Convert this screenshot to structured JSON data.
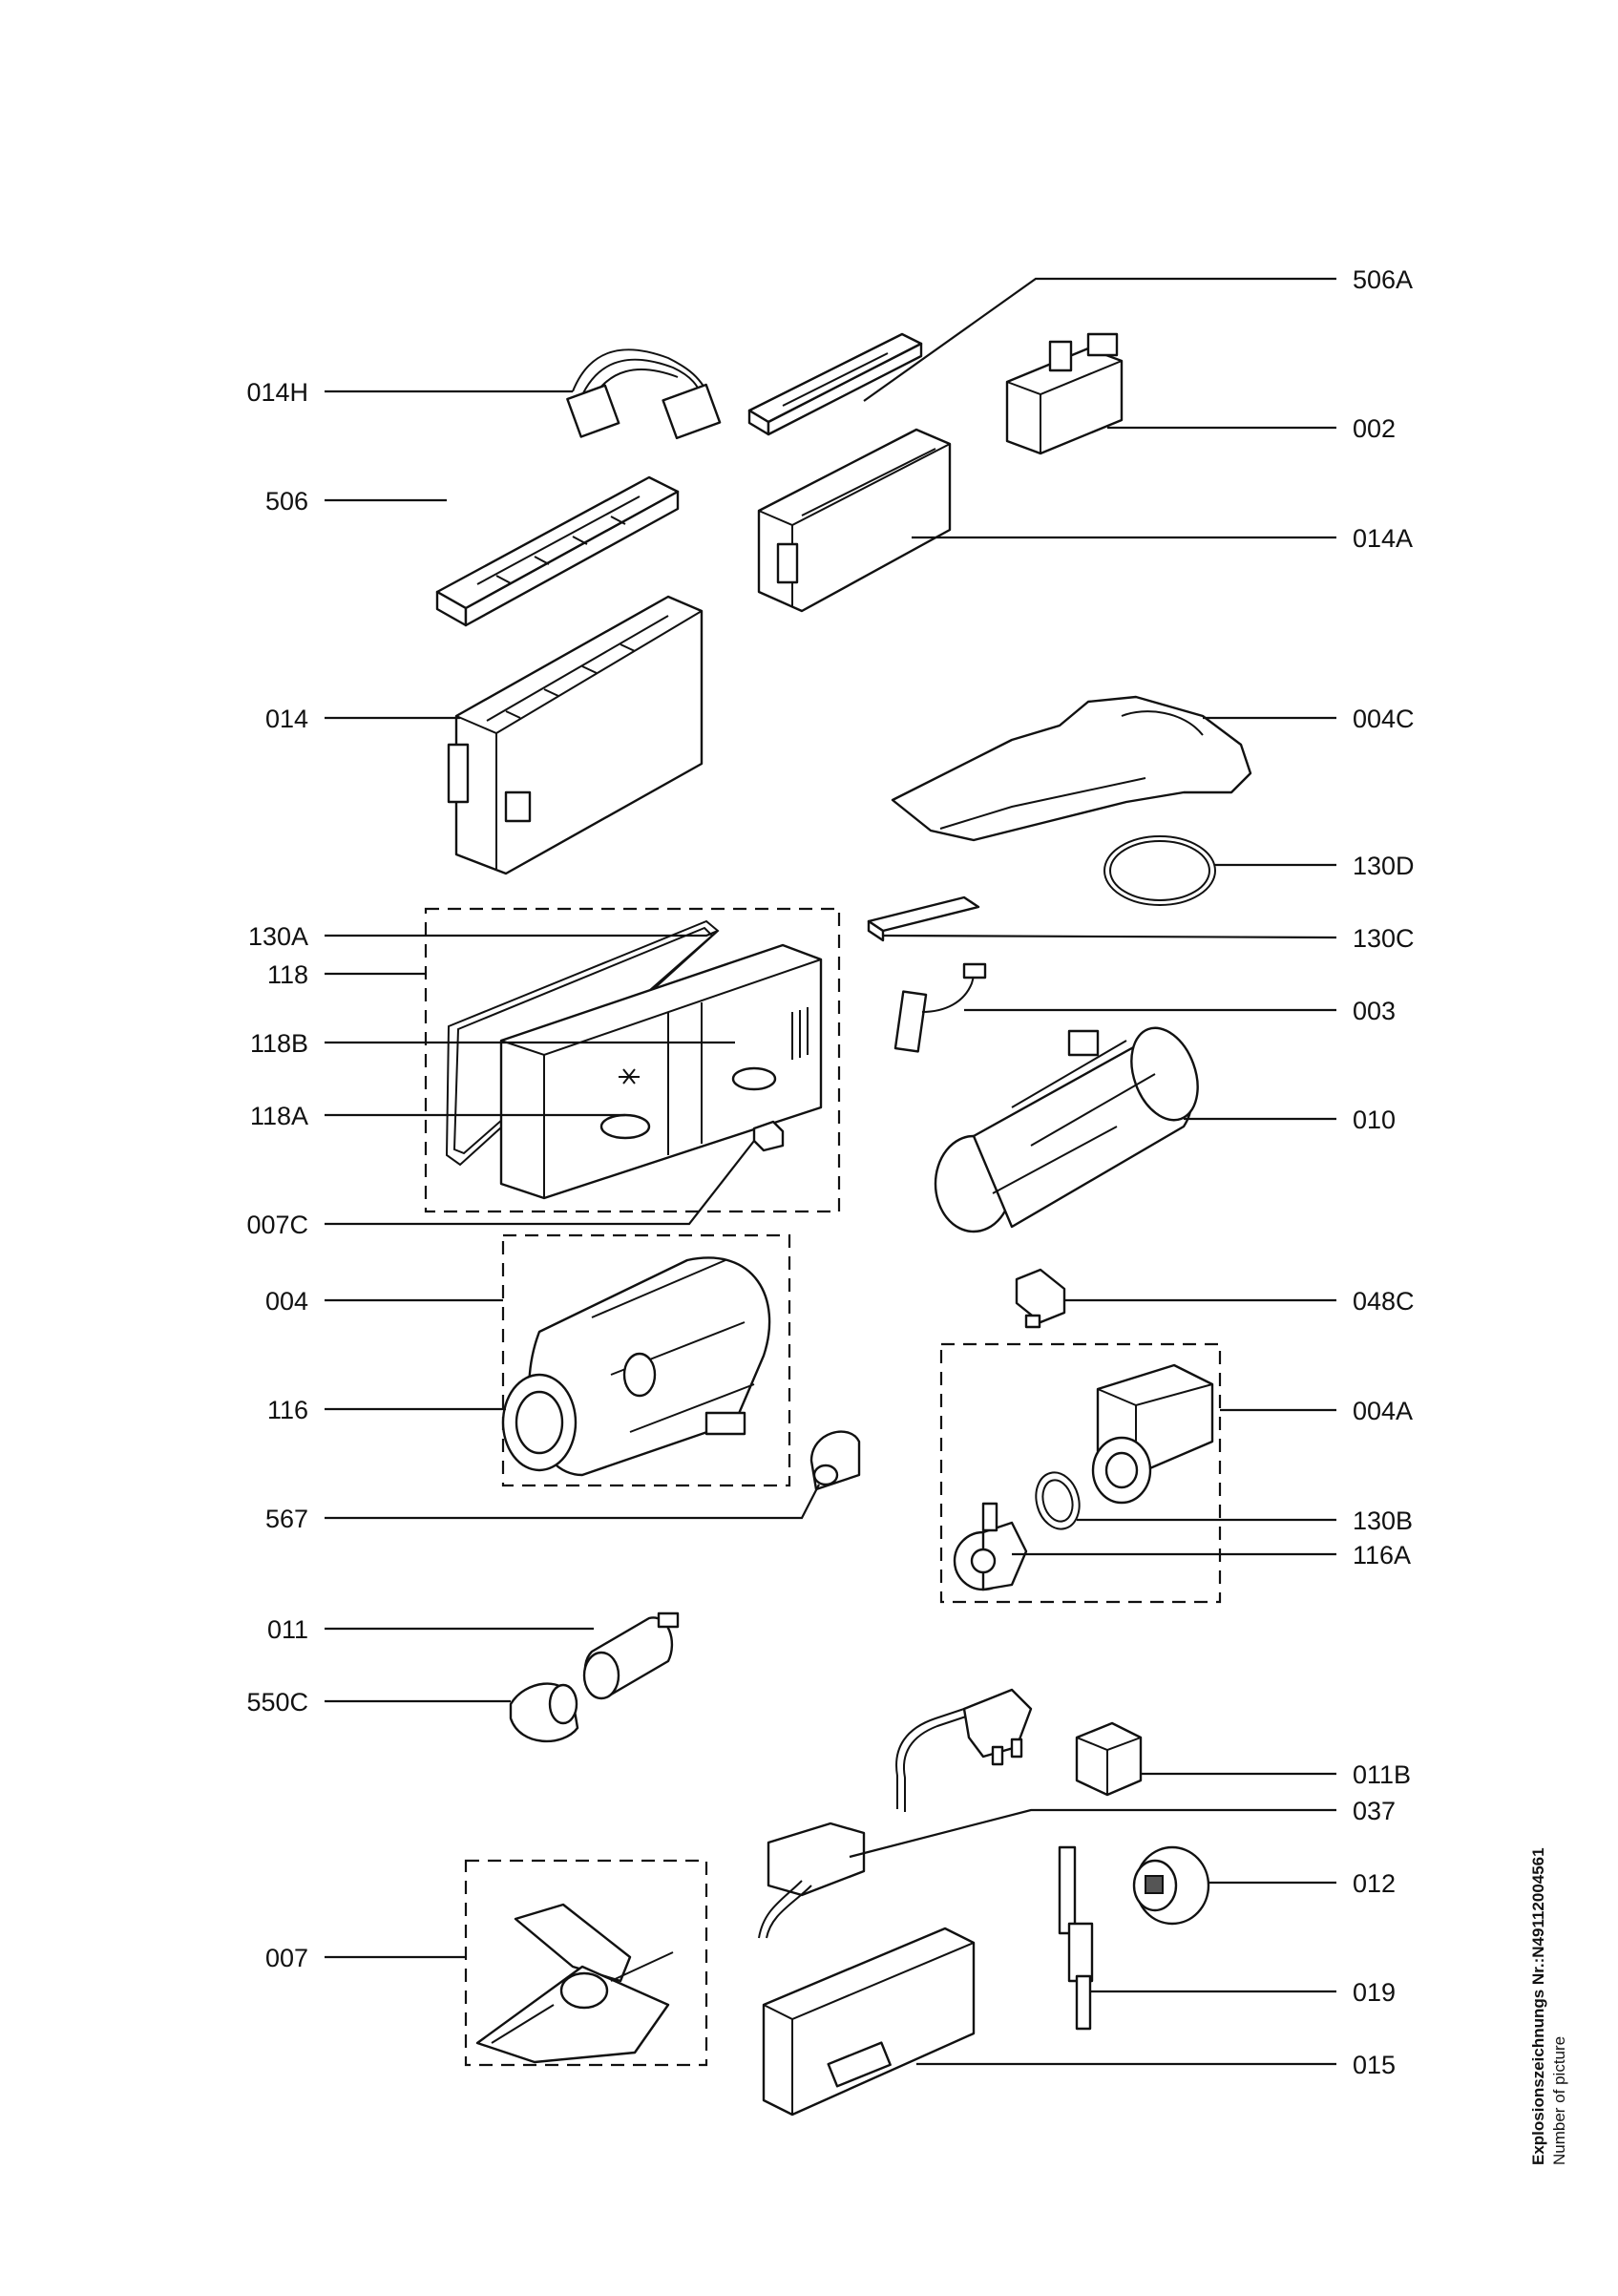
{
  "labels_left": [
    {
      "id": "014H"
    },
    {
      "id": "506"
    },
    {
      "id": "014"
    },
    {
      "id": "130A"
    },
    {
      "id": "118"
    },
    {
      "id": "118B"
    },
    {
      "id": "118A"
    },
    {
      "id": "007C"
    },
    {
      "id": "004"
    },
    {
      "id": "116"
    },
    {
      "id": "567"
    },
    {
      "id": "011"
    },
    {
      "id": "550C"
    },
    {
      "id": "007"
    }
  ],
  "labels_right": [
    {
      "id": "506A"
    },
    {
      "id": "002"
    },
    {
      "id": "014A"
    },
    {
      "id": "004C"
    },
    {
      "id": "130D"
    },
    {
      "id": "130C"
    },
    {
      "id": "003"
    },
    {
      "id": "010"
    },
    {
      "id": "048C"
    },
    {
      "id": "004A"
    },
    {
      "id": "130B"
    },
    {
      "id": "116A"
    },
    {
      "id": "011B"
    },
    {
      "id": "037"
    },
    {
      "id": "012"
    },
    {
      "id": "019"
    },
    {
      "id": "015"
    }
  ],
  "footer": {
    "line1": "Explosionszeichnungs Nr.:N49112004561",
    "line2": "Number of picture"
  }
}
